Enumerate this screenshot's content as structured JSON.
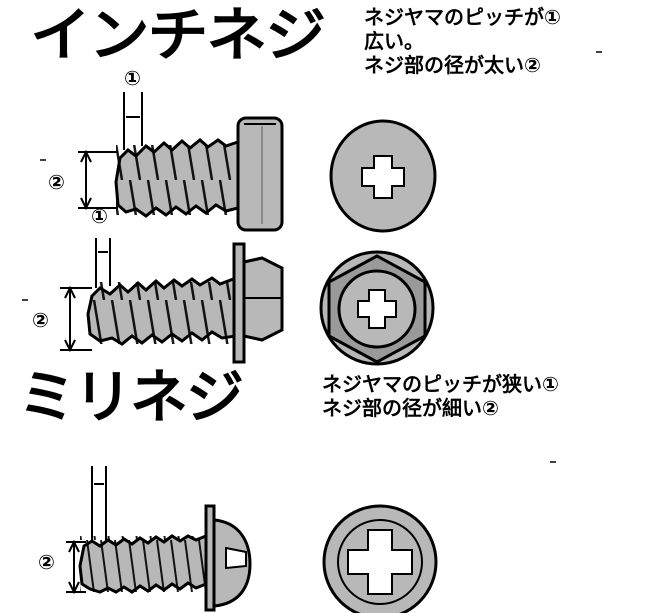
{
  "inch": {
    "title": "インチネジ",
    "desc_lines": [
      "ネジヤマのピッチが①",
      "広い。",
      "ネジ部の径が太い②"
    ]
  },
  "milli": {
    "title": "ミリネジ",
    "desc_lines": [
      "ネジヤマのピッチが狭い①",
      "ネジ部の径が細い②"
    ]
  },
  "markers": {
    "pitch": "①",
    "diameter": "②"
  },
  "colors": {
    "metal": "#b8b8b8",
    "metal_dark": "#8a8a8a",
    "ink": "#000000",
    "background": "#ffffff"
  },
  "icons": [
    "inch-pan-screw-icon",
    "inch-flange-hex-screw-icon",
    "milli-washer-screw-icon",
    "phillips-head-icon",
    "hex-head-icon"
  ]
}
